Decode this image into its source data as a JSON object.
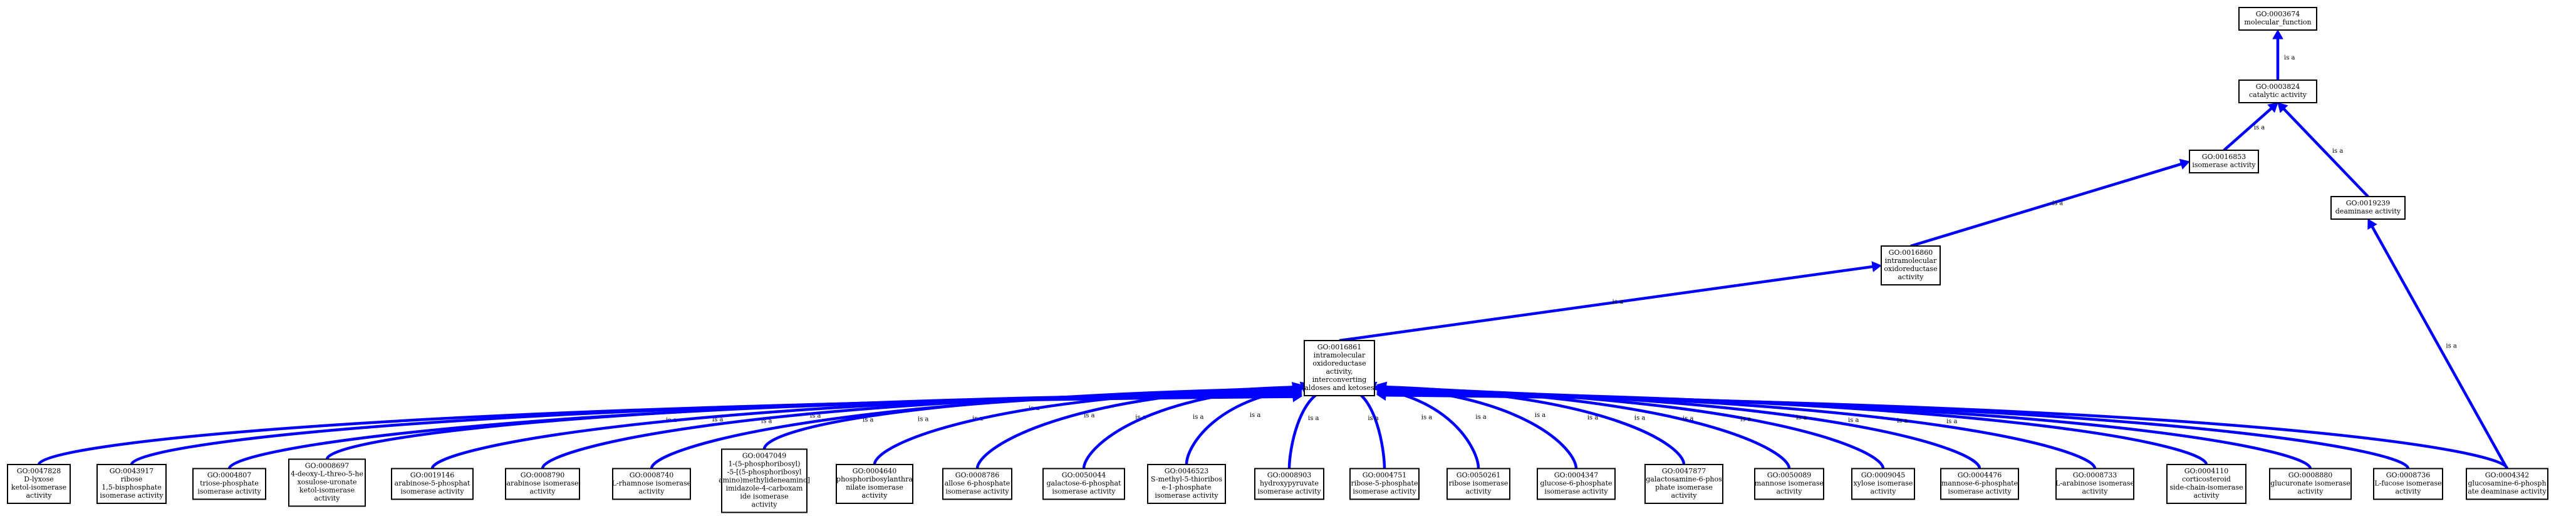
{
  "colors": {
    "edge": "#0000ff",
    "node_border": "#000000",
    "background": "#ffffff"
  },
  "edge_label": "is a",
  "nodes": {
    "n3674": [
      "GO:0003674",
      "molecular_function"
    ],
    "n3824": [
      "GO:0003824",
      "catalytic activity"
    ],
    "n16853": [
      "GO:0016853",
      "isomerase activity"
    ],
    "n19239": [
      "GO:0019239",
      "deaminase activity"
    ],
    "n16860": [
      "GO:0016860",
      "intramolecular",
      "oxidoreductase",
      "activity"
    ],
    "n16861": [
      "GO:0016861",
      "intramolecular",
      "oxidoreductase",
      "activity,",
      "interconverting",
      "aldoses and ketoses"
    ],
    "n47828": [
      "GO:0047828",
      "D-lyxose",
      "ketol-isomerase",
      "activity"
    ],
    "n43917": [
      "GO:0043917",
      "ribose",
      "1,5-bisphosphate",
      "isomerase activity"
    ],
    "n4807": [
      "GO:0004807",
      "triose-phosphate",
      "isomerase activity"
    ],
    "n8697": [
      "GO:0008697",
      "4-deoxy-L-threo-5-he",
      "xosulose-uronate",
      "ketol-isomerase",
      "activity"
    ],
    "n19146": [
      "GO:0019146",
      "arabinose-5-phosphat",
      "isomerase activity"
    ],
    "n8790": [
      "GO:0008790",
      "arabinose isomerase",
      "activity"
    ],
    "n8740": [
      "GO:0008740",
      "L-rhamnose isomerase",
      "activity"
    ],
    "n4640_long": [
      "GO:0047049",
      "1-(5-phosphoribosyl)",
      "-5-[(5-phosphoribosyl",
      "amino)methylideneamino]",
      "imidazole-4-carboxam",
      "ide isomerase",
      "activity"
    ],
    "n4640": [
      "GO:0004640",
      "phosphoribosylanthra",
      "nilate isomerase",
      "activity"
    ],
    "n8786": [
      "GO:0008786",
      "allose 6-phosphate",
      "isomerase activity"
    ],
    "n50044": [
      "GO:0050044",
      "galactose-6-phosphat",
      "isomerase activity"
    ],
    "n46523": [
      "GO:0046523",
      "S-methyl-5-thioribos",
      "e-1-phosphate",
      "isomerase activity"
    ],
    "n8903": [
      "GO:0008903",
      "hydroxypyruvate",
      "isomerase activity"
    ],
    "n4751": [
      "GO:0004751",
      "ribose-5-phosphate",
      "isomerase activity"
    ],
    "n50261": [
      "GO:0050261",
      "ribose isomerase",
      "activity"
    ],
    "n4347": [
      "GO:0004347",
      "glucose-6-phosphate",
      "isomerase activity"
    ],
    "n47877": [
      "GO:0047877",
      "galactosamine-6-phos",
      "phate isomerase",
      "activity"
    ],
    "n50089": [
      "GO:0050089",
      "mannose isomerase",
      "activity"
    ],
    "n9045": [
      "GO:0009045",
      "xylose isomerase",
      "activity"
    ],
    "n4476": [
      "GO:0004476",
      "mannose-6-phosphate",
      "isomerase activity"
    ],
    "n8733": [
      "GO:0008733",
      "L-arabinose isomerase",
      "activity"
    ],
    "n4110": [
      "GO:0004110",
      "corticosteroid",
      "side-chain-isomerase",
      "activity"
    ],
    "n8880": [
      "GO:0008880",
      "glucuronate isomerase",
      "activity"
    ],
    "n8736": [
      "GO:0008736",
      "L-fucose isomerase",
      "activity"
    ],
    "n4342": [
      "GO:0004342",
      "glucosamine-6-phosph",
      "ate deaminase activity"
    ]
  }
}
